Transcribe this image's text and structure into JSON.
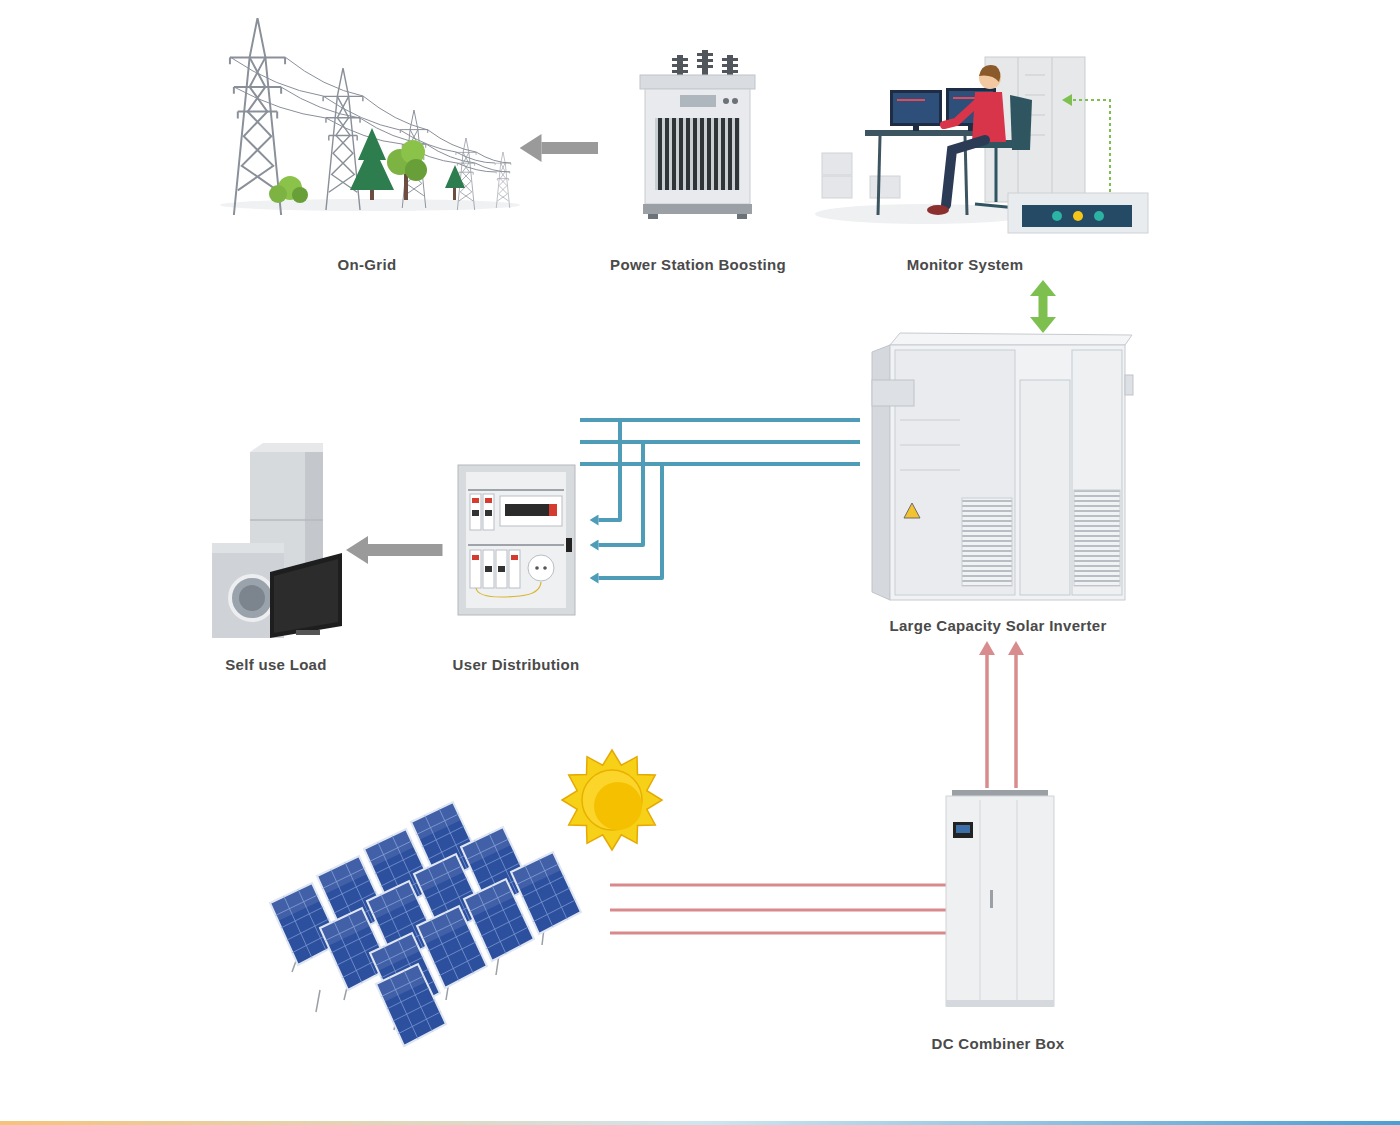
{
  "diagram": {
    "nodes": [
      {
        "text": [
          "On-Grid"
        ]
      },
      {
        "text": [
          "Power Station Boosting"
        ]
      },
      {
        "text": [
          "Monitor System"
        ]
      },
      {
        "text": [
          "Self use Load"
        ]
      },
      {
        "text": [
          "User Distribution"
        ]
      },
      {
        "text": [
          "Large Capacity Solar Inverter"
        ]
      },
      {
        "text": [
          "DC Combiner Box"
        ]
      }
    ],
    "edges": [
      {
        "from": 1,
        "to": 0,
        "arrow": "to"
      },
      {
        "from": 2,
        "to": 5,
        "arrow": "both"
      },
      {
        "from": 5,
        "to": 4,
        "arrow": "to"
      },
      {
        "from": 5,
        "to": 4,
        "arrow": "to"
      },
      {
        "from": 5,
        "to": 4,
        "arrow": "to"
      },
      {
        "from": 4,
        "to": 3,
        "arrow": "to"
      },
      {
        "from": 6,
        "to": 5,
        "arrow": "to"
      },
      {
        "from": 6,
        "to": 5,
        "arrow": "to"
      }
    ]
  }
}
